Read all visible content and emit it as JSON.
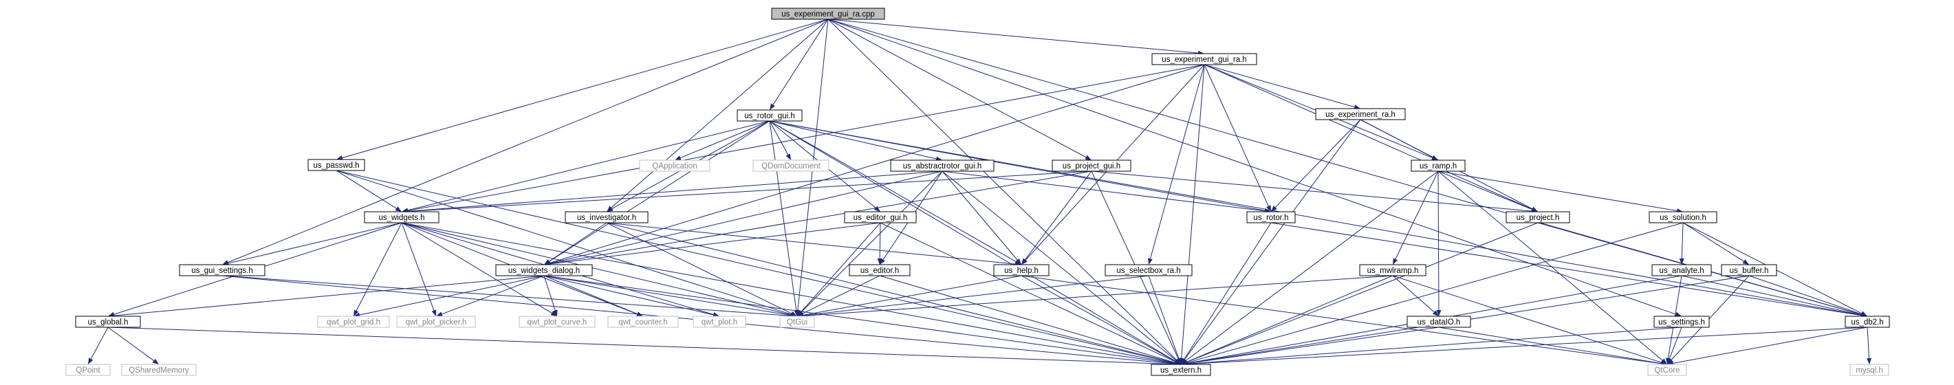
{
  "graph": {
    "root": "exp_gui_cpp",
    "nodes": [
      {
        "id": "exp_gui_cpp",
        "label": "us_experiment_gui_ra.cpp",
        "style": "root"
      },
      {
        "id": "exp_gui_h",
        "label": "us_experiment_gui_ra.h",
        "style": "doc"
      },
      {
        "id": "rotor_gui",
        "label": "us_rotor_gui.h",
        "style": "doc"
      },
      {
        "id": "exp_ra",
        "label": "us_experiment_ra.h",
        "style": "doc"
      },
      {
        "id": "passwd",
        "label": "us_passwd.h",
        "style": "doc"
      },
      {
        "id": "abstractrotor",
        "label": "us_abstractrotor_gui.h",
        "style": "doc"
      },
      {
        "id": "project_gui",
        "label": "us_project_gui.h",
        "style": "doc"
      },
      {
        "id": "ramp",
        "label": "us_ramp.h",
        "style": "doc"
      },
      {
        "id": "widgets",
        "label": "us_widgets.h",
        "style": "doc"
      },
      {
        "id": "investigator",
        "label": "us_investigator.h",
        "style": "doc"
      },
      {
        "id": "editor_gui",
        "label": "us_editor_gui.h",
        "style": "doc"
      },
      {
        "id": "rotor",
        "label": "us_rotor.h",
        "style": "doc"
      },
      {
        "id": "project",
        "label": "us_project.h",
        "style": "doc"
      },
      {
        "id": "solution",
        "label": "us_solution.h",
        "style": "doc"
      },
      {
        "id": "gui_settings",
        "label": "us_gui_settings.h",
        "style": "doc"
      },
      {
        "id": "widgets_dialog",
        "label": "us_widgets_dialog.h",
        "style": "doc"
      },
      {
        "id": "editor",
        "label": "us_editor.h",
        "style": "doc"
      },
      {
        "id": "help",
        "label": "us_help.h",
        "style": "doc"
      },
      {
        "id": "selectbox",
        "label": "us_selectbox_ra.h",
        "style": "doc"
      },
      {
        "id": "mwlramp",
        "label": "us_mwlramp.h",
        "style": "doc"
      },
      {
        "id": "analyte",
        "label": "us_analyte.h",
        "style": "doc"
      },
      {
        "id": "buffer",
        "label": "us_buffer.h",
        "style": "doc"
      },
      {
        "id": "global",
        "label": "us_global.h",
        "style": "doc"
      },
      {
        "id": "dataio",
        "label": "us_dataIO.h",
        "style": "doc"
      },
      {
        "id": "settings",
        "label": "us_settings.h",
        "style": "doc"
      },
      {
        "id": "db2",
        "label": "us_db2.h",
        "style": "doc"
      },
      {
        "id": "extern",
        "label": "us_extern.h",
        "style": "doc"
      },
      {
        "id": "qapplication",
        "label": "QApplication",
        "style": "ext"
      },
      {
        "id": "qdomdocument",
        "label": "QDomDocument",
        "style": "ext"
      },
      {
        "id": "qtgui",
        "label": "QtGui",
        "style": "ext"
      },
      {
        "id": "qtcore",
        "label": "QtCore",
        "style": "ext"
      },
      {
        "id": "qpoint",
        "label": "QPoint",
        "style": "ext"
      },
      {
        "id": "qsharedmemory",
        "label": "QSharedMemory",
        "style": "ext"
      },
      {
        "id": "qwt_plot_grid",
        "label": "qwt_plot_grid.h",
        "style": "ext"
      },
      {
        "id": "qwt_plot_picker",
        "label": "qwt_plot_picker.h",
        "style": "ext"
      },
      {
        "id": "qwt_plot_curve",
        "label": "qwt_plot_curve.h",
        "style": "ext"
      },
      {
        "id": "qwt_counter",
        "label": "qwt_counter.h",
        "style": "ext"
      },
      {
        "id": "qwt_plot",
        "label": "qwt_plot.h",
        "style": "ext"
      },
      {
        "id": "mysql",
        "label": "mysql.h",
        "style": "ext"
      }
    ],
    "edges": [
      [
        "exp_gui_cpp",
        "exp_gui_h"
      ],
      [
        "exp_gui_cpp",
        "rotor_gui"
      ],
      [
        "exp_gui_cpp",
        "passwd"
      ],
      [
        "exp_gui_cpp",
        "investigator"
      ],
      [
        "exp_gui_cpp",
        "project_gui"
      ],
      [
        "exp_gui_cpp",
        "gui_settings"
      ],
      [
        "exp_gui_cpp",
        "qtgui"
      ],
      [
        "exp_gui_cpp",
        "extern"
      ],
      [
        "exp_gui_cpp",
        "settings"
      ],
      [
        "exp_gui_cpp",
        "db2"
      ],
      [
        "exp_gui_h",
        "exp_ra"
      ],
      [
        "exp_gui_h",
        "widgets"
      ],
      [
        "exp_gui_h",
        "widgets_dialog"
      ],
      [
        "exp_gui_h",
        "rotor"
      ],
      [
        "exp_gui_h",
        "ramp"
      ],
      [
        "exp_gui_h",
        "project"
      ],
      [
        "exp_gui_h",
        "help"
      ],
      [
        "exp_gui_h",
        "selectbox"
      ],
      [
        "exp_gui_h",
        "extern"
      ],
      [
        "rotor_gui",
        "qapplication"
      ],
      [
        "rotor_gui",
        "qdomdocument"
      ],
      [
        "rotor_gui",
        "abstractrotor"
      ],
      [
        "rotor_gui",
        "widgets"
      ],
      [
        "rotor_gui",
        "widgets_dialog"
      ],
      [
        "rotor_gui",
        "investigator"
      ],
      [
        "rotor_gui",
        "editor_gui"
      ],
      [
        "rotor_gui",
        "help"
      ],
      [
        "rotor_gui",
        "rotor"
      ],
      [
        "rotor_gui",
        "db2"
      ],
      [
        "rotor_gui",
        "qtgui"
      ],
      [
        "rotor_gui",
        "extern"
      ],
      [
        "exp_ra",
        "ramp"
      ],
      [
        "exp_ra",
        "rotor"
      ],
      [
        "exp_ra",
        "project"
      ],
      [
        "exp_ra",
        "extern"
      ],
      [
        "passwd",
        "widgets"
      ],
      [
        "passwd",
        "extern"
      ],
      [
        "passwd",
        "qtgui"
      ],
      [
        "abstractrotor",
        "widgets"
      ],
      [
        "abstractrotor",
        "widgets_dialog"
      ],
      [
        "abstractrotor",
        "help"
      ],
      [
        "abstractrotor",
        "editor"
      ],
      [
        "abstractrotor",
        "rotor"
      ],
      [
        "abstractrotor",
        "qtgui"
      ],
      [
        "abstractrotor",
        "extern"
      ],
      [
        "project_gui",
        "widgets"
      ],
      [
        "project_gui",
        "widgets_dialog"
      ],
      [
        "project_gui",
        "help"
      ],
      [
        "project_gui",
        "project"
      ],
      [
        "project_gui",
        "extern"
      ],
      [
        "ramp",
        "solution"
      ],
      [
        "ramp",
        "project"
      ],
      [
        "ramp",
        "mwlramp"
      ],
      [
        "ramp",
        "dataio"
      ],
      [
        "ramp",
        "extern"
      ],
      [
        "ramp",
        "qtcore"
      ],
      [
        "widgets",
        "gui_settings"
      ],
      [
        "widgets",
        "global"
      ],
      [
        "widgets",
        "qwt_plot_grid"
      ],
      [
        "widgets",
        "qwt_plot_picker"
      ],
      [
        "widgets",
        "qwt_plot_curve"
      ],
      [
        "widgets",
        "qwt_counter"
      ],
      [
        "widgets",
        "qwt_plot"
      ],
      [
        "widgets",
        "qtgui"
      ],
      [
        "widgets",
        "extern"
      ],
      [
        "investigator",
        "widgets_dialog"
      ],
      [
        "investigator",
        "help"
      ],
      [
        "investigator",
        "qtgui"
      ],
      [
        "investigator",
        "extern"
      ],
      [
        "editor_gui",
        "widgets_dialog"
      ],
      [
        "editor_gui",
        "editor"
      ],
      [
        "editor_gui",
        "qtgui"
      ],
      [
        "editor_gui",
        "extern"
      ],
      [
        "rotor",
        "db2"
      ],
      [
        "rotor",
        "extern"
      ],
      [
        "project",
        "db2"
      ],
      [
        "project",
        "extern"
      ],
      [
        "solution",
        "analyte"
      ],
      [
        "solution",
        "buffer"
      ],
      [
        "solution",
        "db2"
      ],
      [
        "solution",
        "extern"
      ],
      [
        "gui_settings",
        "qtgui"
      ],
      [
        "gui_settings",
        "extern"
      ],
      [
        "widgets_dialog",
        "global"
      ],
      [
        "widgets_dialog",
        "qwt_plot_grid"
      ],
      [
        "widgets_dialog",
        "qwt_plot_picker"
      ],
      [
        "widgets_dialog",
        "qwt_plot_curve"
      ],
      [
        "widgets_dialog",
        "qwt_counter"
      ],
      [
        "widgets_dialog",
        "qwt_plot"
      ],
      [
        "widgets_dialog",
        "qtgui"
      ],
      [
        "widgets_dialog",
        "extern"
      ],
      [
        "editor",
        "qtgui"
      ],
      [
        "editor",
        "extern"
      ],
      [
        "help",
        "qtgui"
      ],
      [
        "help",
        "extern"
      ],
      [
        "help",
        "qtcore"
      ],
      [
        "selectbox",
        "qtgui"
      ],
      [
        "selectbox",
        "extern"
      ],
      [
        "mwlramp",
        "dataio"
      ],
      [
        "mwlramp",
        "qtgui"
      ],
      [
        "mwlramp",
        "extern"
      ],
      [
        "mwlramp",
        "qtcore"
      ],
      [
        "analyte",
        "db2"
      ],
      [
        "analyte",
        "extern"
      ],
      [
        "analyte",
        "qtcore"
      ],
      [
        "buffer",
        "db2"
      ],
      [
        "buffer",
        "extern"
      ],
      [
        "buffer",
        "qtcore"
      ],
      [
        "global",
        "qpoint"
      ],
      [
        "global",
        "qsharedmemory"
      ],
      [
        "global",
        "extern"
      ],
      [
        "dataio",
        "extern"
      ],
      [
        "dataio",
        "qtcore"
      ],
      [
        "settings",
        "extern"
      ],
      [
        "settings",
        "qtcore"
      ],
      [
        "db2",
        "mysql"
      ],
      [
        "db2",
        "extern"
      ],
      [
        "db2",
        "qtcore"
      ]
    ]
  },
  "colors": {
    "root_fill": "#bfbfbf",
    "doc_fill": "#ffffff",
    "ext_text": "#888888",
    "edge": "#1e2a78"
  }
}
